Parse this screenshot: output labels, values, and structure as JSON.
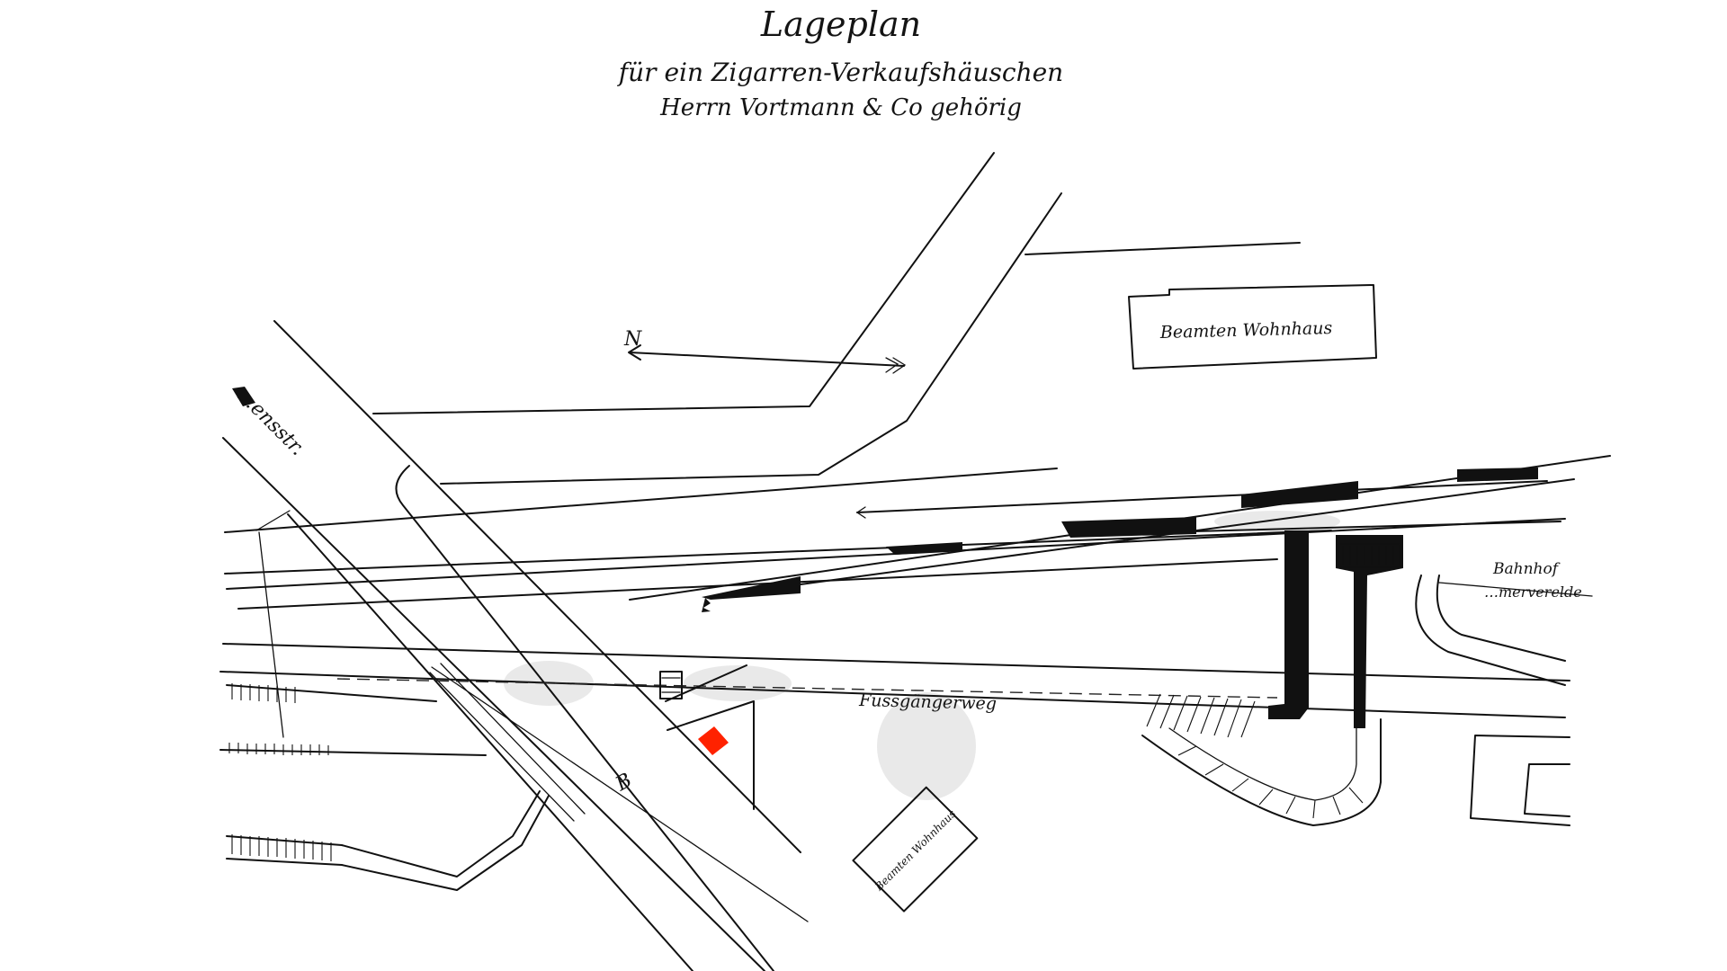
{
  "title": {
    "line1": "Lageplan",
    "line2": "für ein Zigarren-Verkaufshäuschen",
    "line3": "Herrn Vortmann & Co gehörig"
  },
  "labels": {
    "north": "N",
    "beamten_wohnhaus": "Beamten Wohnhaus",
    "beamten_wohnhaus_small": "Beamten Wohnhaus",
    "street": "…ensstr.",
    "fussgaengerweg": "Fussgängerweg",
    "bahnhof": "Bahnhof",
    "bahnhof_place": "…merverelde",
    "road_letter": "B"
  },
  "colors": {
    "ink": "#111111",
    "kiosk_marker": "#ff2200",
    "paper": "#ffffff"
  },
  "icons": {
    "north_arrow": "north-arrow-icon",
    "kiosk": "kiosk-marker-icon"
  }
}
